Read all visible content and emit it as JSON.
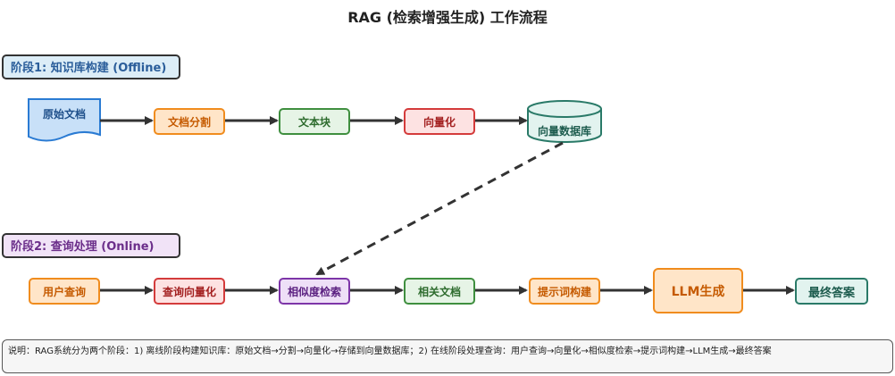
{
  "title": "RAG (检索增强生成) 工作流程",
  "stages": {
    "offline": "阶段1: 知识库构建 (Offline)",
    "online": "阶段2: 查询处理 (Online)"
  },
  "offline_nodes": {
    "raw_docs": "原始文档",
    "doc_split": "文档分割",
    "text_chunks": "文本块",
    "vectorize": "向量化",
    "vector_db": "向量数据库"
  },
  "online_nodes": {
    "user_query": "用户查询",
    "query_vectorize": "查询向量化",
    "similarity_search": "相似度检索",
    "related_docs": "相关文档",
    "prompt_build": "提示词构建",
    "llm_generate": "LLM生成",
    "final_answer": "最终答案"
  },
  "note": "说明：RAG系统分为两个阶段：1) 离线阶段构建知识库：原始文档→分割→向量化→存储到向量数据库；2) 在线阶段处理查询：用户查询→向量化→相似度检索→提示词构建→LLM生成→最终答案",
  "colors": {
    "blue": "#2a7bd3",
    "orange": "#f08c1e",
    "green": "#3f8f3f",
    "red": "#d43b3b",
    "purple": "#7d35a8",
    "teal": "#2a7a68",
    "arrow": "#333333"
  }
}
